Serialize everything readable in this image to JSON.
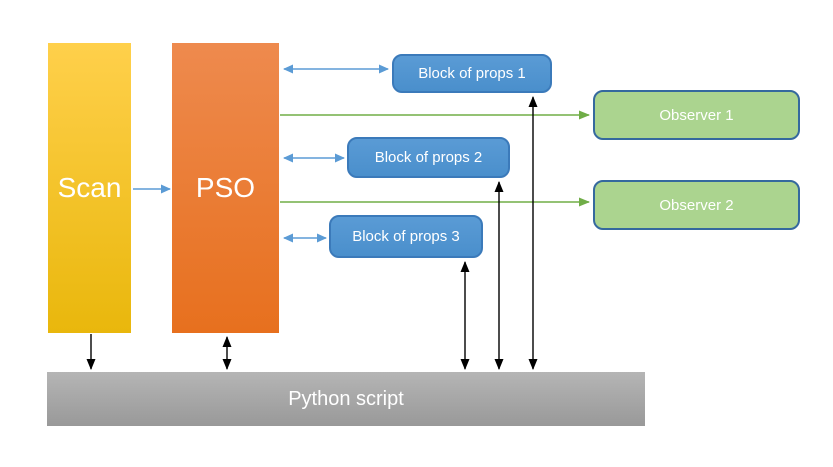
{
  "colors": {
    "scan_top": "#FFD04B",
    "scan_bottom": "#E9B70C",
    "pso_top": "#EE8A4E",
    "pso_bottom": "#E7701E",
    "block_fill_top": "#5A9BD5",
    "block_fill": "#4A8FCC",
    "block_border": "#3B7ABA",
    "observer_fill": "#ABD48F",
    "observer_border": "#35699E",
    "bar_top": "#B5B5B5",
    "bar_bottom": "#999999",
    "arrow_blue": "#5B9BD5",
    "arrow_green": "#70AD47",
    "arrow_black": "#000000",
    "text_color": "#FFFFFF"
  },
  "nodes": {
    "scan": {
      "label": "Scan"
    },
    "pso": {
      "label": "PSO"
    },
    "block1": {
      "label": "Block of props 1"
    },
    "block2": {
      "label": "Block of props 2"
    },
    "block3": {
      "label": "Block of props 3"
    },
    "observer1": {
      "label": "Observer 1"
    },
    "observer2": {
      "label": "Observer 2"
    },
    "python_script": {
      "label": "Python script"
    }
  },
  "connections": [
    {
      "from": "scan",
      "to": "pso",
      "color": "blue",
      "heads": "end"
    },
    {
      "from": "pso",
      "to": "block1",
      "color": "blue",
      "heads": "both"
    },
    {
      "from": "pso",
      "to": "block2",
      "color": "blue",
      "heads": "both"
    },
    {
      "from": "pso",
      "to": "block3",
      "color": "blue",
      "heads": "both"
    },
    {
      "from": "pso",
      "to": "observer1",
      "color": "green",
      "heads": "end"
    },
    {
      "from": "pso",
      "to": "observer2",
      "color": "green",
      "heads": "end"
    },
    {
      "from": "scan",
      "to": "python_script",
      "color": "black",
      "heads": "end"
    },
    {
      "from": "pso",
      "to": "python_script",
      "color": "black",
      "heads": "both"
    },
    {
      "from": "block1",
      "to": "python_script",
      "color": "black",
      "heads": "both"
    },
    {
      "from": "block2",
      "to": "python_script",
      "color": "black",
      "heads": "both"
    },
    {
      "from": "block3",
      "to": "python_script",
      "color": "black",
      "heads": "both"
    }
  ]
}
